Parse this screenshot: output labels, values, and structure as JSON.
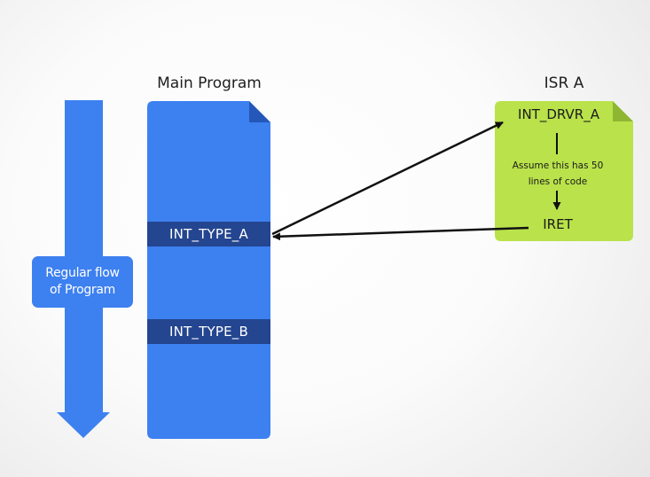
{
  "main_program": {
    "title": "Main Program",
    "entries": [
      "INT_TYPE_A",
      "INT_TYPE_B"
    ]
  },
  "flow": {
    "label": "Regular flow of Program"
  },
  "isr": {
    "title": "ISR A",
    "entry": "INT_DRVR_A",
    "note": "Assume this has 50 lines of code",
    "return": "IRET"
  },
  "colors": {
    "program_blue": "#3d80f0",
    "interrupt_row_blue": "#24458f",
    "isr_green": "#b9e24b",
    "isr_fold_green": "#8fb633",
    "arrow": "#111111"
  }
}
